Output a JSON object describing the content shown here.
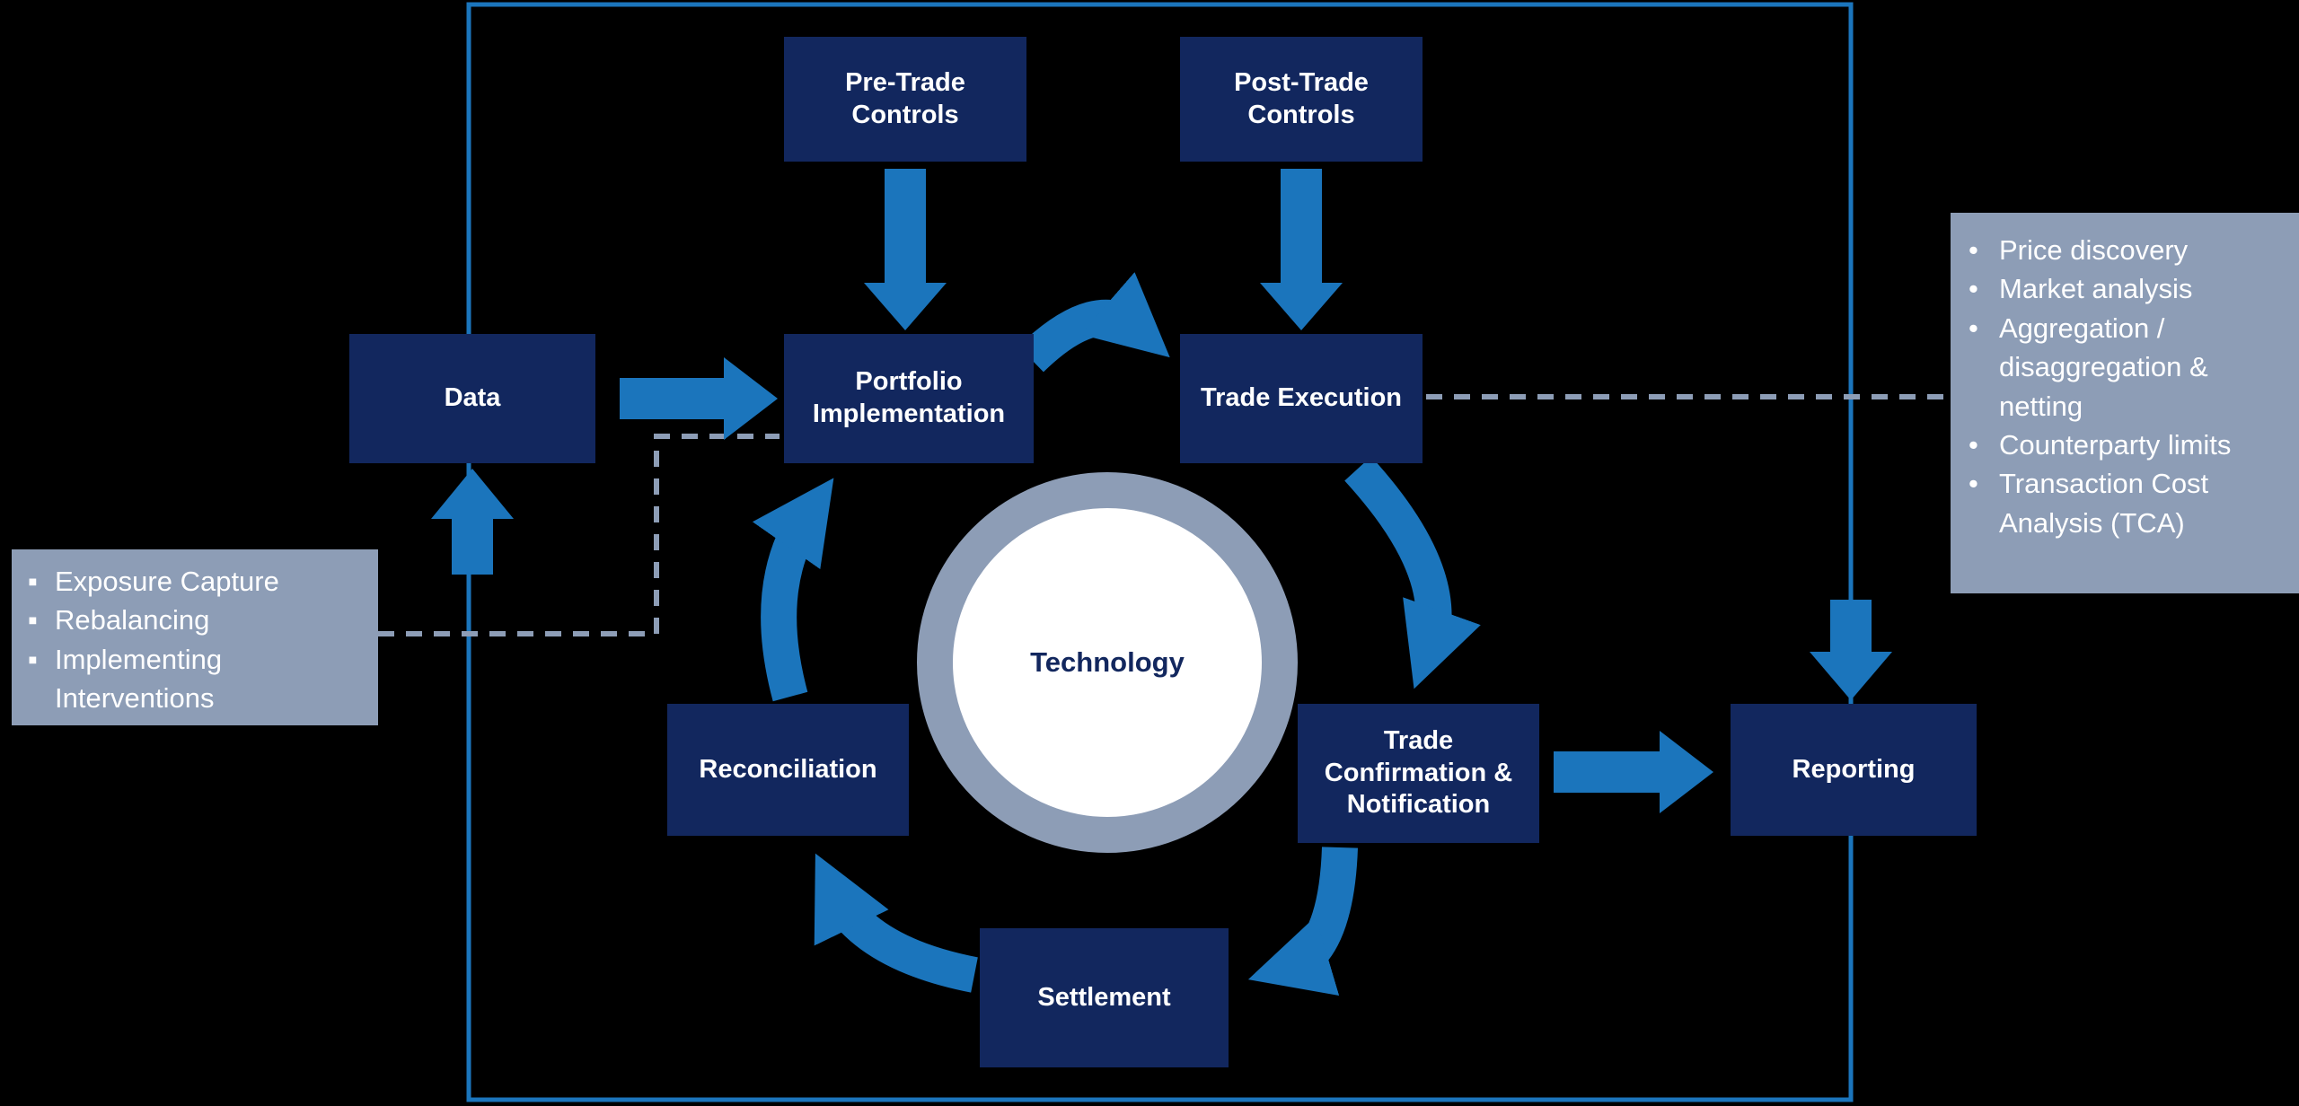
{
  "colors": {
    "background": "#000000",
    "navy": "#12275E",
    "blue": "#1B75BC",
    "gray": "#8D9DB6",
    "technology_text": "#12275E",
    "box_text": "#FFFFFF"
  },
  "boxes": {
    "pre_trade_controls": "Pre-Trade\nControls",
    "post_trade_controls": "Post-Trade\nControls",
    "data": "Data",
    "portfolio_implementation": "Portfolio\nImplementation",
    "trade_execution": "Trade Execution",
    "trade_confirmation": "Trade\nConfirmation &\nNotification",
    "settlement": "Settlement",
    "reconciliation": "Reconciliation",
    "reporting": "Reporting",
    "technology": "Technology"
  },
  "callouts": {
    "left": {
      "bullet": "▪",
      "items": [
        "Exposure Capture",
        "Rebalancing",
        "Implementing Interventions"
      ]
    },
    "right": {
      "bullet": "•",
      "items": [
        "Price discovery",
        "Market analysis",
        "Aggregation / disaggregation & netting",
        "Counterparty limits",
        "Transaction Cost Analysis (TCA)"
      ]
    }
  }
}
